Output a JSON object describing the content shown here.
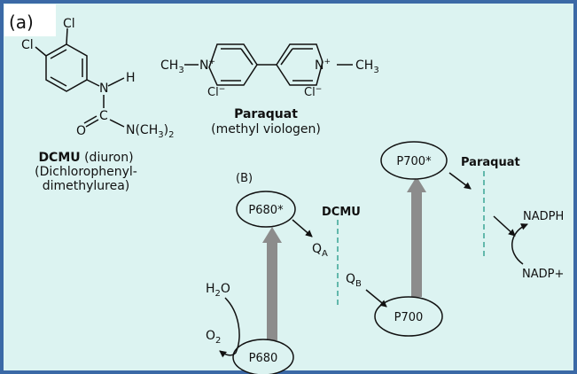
{
  "panel_label": "(a)",
  "dcmu_structure": {
    "cl_top": "Cl",
    "cl_left": "Cl",
    "n": "N",
    "h": "H",
    "c": "C",
    "o": "O",
    "nme2": "N(CH",
    "nme2_sub": "3",
    "nme2_close": ")",
    "nme2_sub2": "2",
    "name_bold": "DCMU",
    "name_rest": " (diuron)",
    "line2": "(Dichlorophenyl-",
    "line3": "dimethylurea)"
  },
  "paraquat_structure": {
    "left_ch3": "CH",
    "left_ch3_sub": "3",
    "left_n": "N",
    "plus": "+",
    "right_n": "N",
    "right_ch3": "CH",
    "right_ch3_sub": "3",
    "cl": "Cl",
    "minus": "−",
    "name": "Paraquat",
    "alt_name": "(methyl viologen)"
  },
  "scheme": {
    "label": "(B)",
    "p680_star": "P680*",
    "p680": "P680",
    "p700_star": "P700*",
    "p700": "P700",
    "dcmu": "DCMU",
    "paraquat": "Paraquat",
    "qa": "Q",
    "qa_sub": "A",
    "qb": "Q",
    "qb_sub": "B",
    "h2o": "H",
    "h2o_sub": "2",
    "h2o_o": "O",
    "o2": "O",
    "o2_sub": "2",
    "nadph": "NADPH",
    "nadp": "NADP+"
  },
  "colors": {
    "background": "#dcf3f1",
    "border": "#3b69a6",
    "dashed": "#3aa596",
    "excitation_arrow": "#8c8c8c"
  }
}
